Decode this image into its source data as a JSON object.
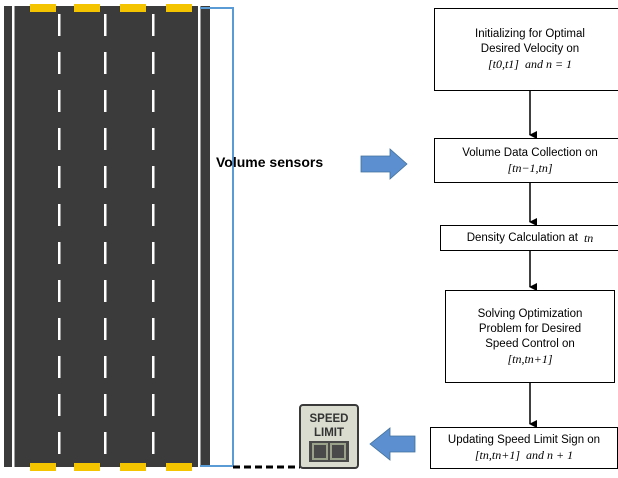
{
  "diagram": {
    "sensor_label": "Volume sensors",
    "sign": {
      "line1": "SPEED",
      "line2": "LIMIT"
    },
    "steps": [
      {
        "id": "init",
        "lines": [
          "Initializing for Optimal",
          "Desired Velocity on"
        ],
        "math": "[t0,t1]",
        "tail": "and  n = 1"
      },
      {
        "id": "collect",
        "lines": [
          "Volume Data Collection on"
        ],
        "math": "[tn−1,tn]",
        "tail": ""
      },
      {
        "id": "density",
        "lines": [
          "Density Calculation at"
        ],
        "math": "tn",
        "tail": ""
      },
      {
        "id": "optimize",
        "lines": [
          "Solving Optimization",
          "Problem for Desired",
          "Speed Control on"
        ],
        "math": "[tn,tn+1]",
        "tail": ""
      },
      {
        "id": "update",
        "lines": [
          "Updating Speed Limit Sign on"
        ],
        "math": "[tn,tn+1]",
        "tail": "and  n + 1"
      }
    ],
    "colors": {
      "road": "#3b3b3b",
      "lane_mark": "#ffffff",
      "sensor": "#f5c400",
      "bracket": "#5b9bd5",
      "arrow": "#5b8fcf",
      "sign_bg": "#d9dccf"
    }
  }
}
